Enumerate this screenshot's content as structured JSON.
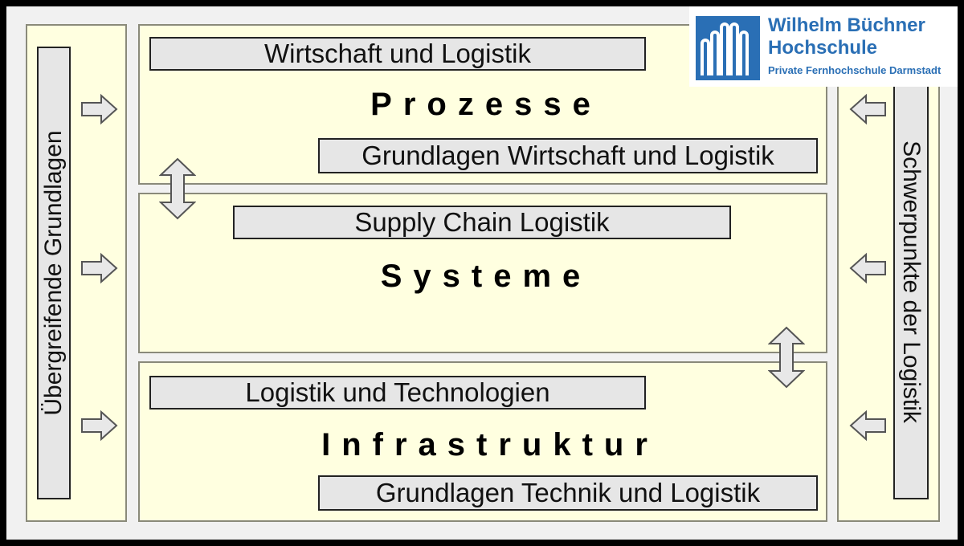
{
  "left_column": {
    "label": "Übergreifende Grundlagen"
  },
  "right_column": {
    "label": "Schwerpunkte der Logistik"
  },
  "sections": {
    "prozesse": {
      "heading": "Prozesse",
      "top_bar": "Wirtschaft und Logistik",
      "bottom_bar": "Grundlagen Wirtschaft und Logistik"
    },
    "systeme": {
      "heading": "Systeme",
      "top_bar": "Supply Chain Logistik"
    },
    "infrastruktur": {
      "heading": "Infrastruktur",
      "top_bar": "Logistik und Technologien",
      "bottom_bar": "Grundlagen Technik und Logistik"
    }
  },
  "logo": {
    "line1": "Wilhelm Büchner",
    "line2": "Hochschule",
    "line3": "Private Fernhochschule Darmstadt"
  },
  "colors": {
    "panel": "#ffffe0",
    "bar": "#e6e6e6",
    "logo_blue": "#2a6fb5"
  }
}
